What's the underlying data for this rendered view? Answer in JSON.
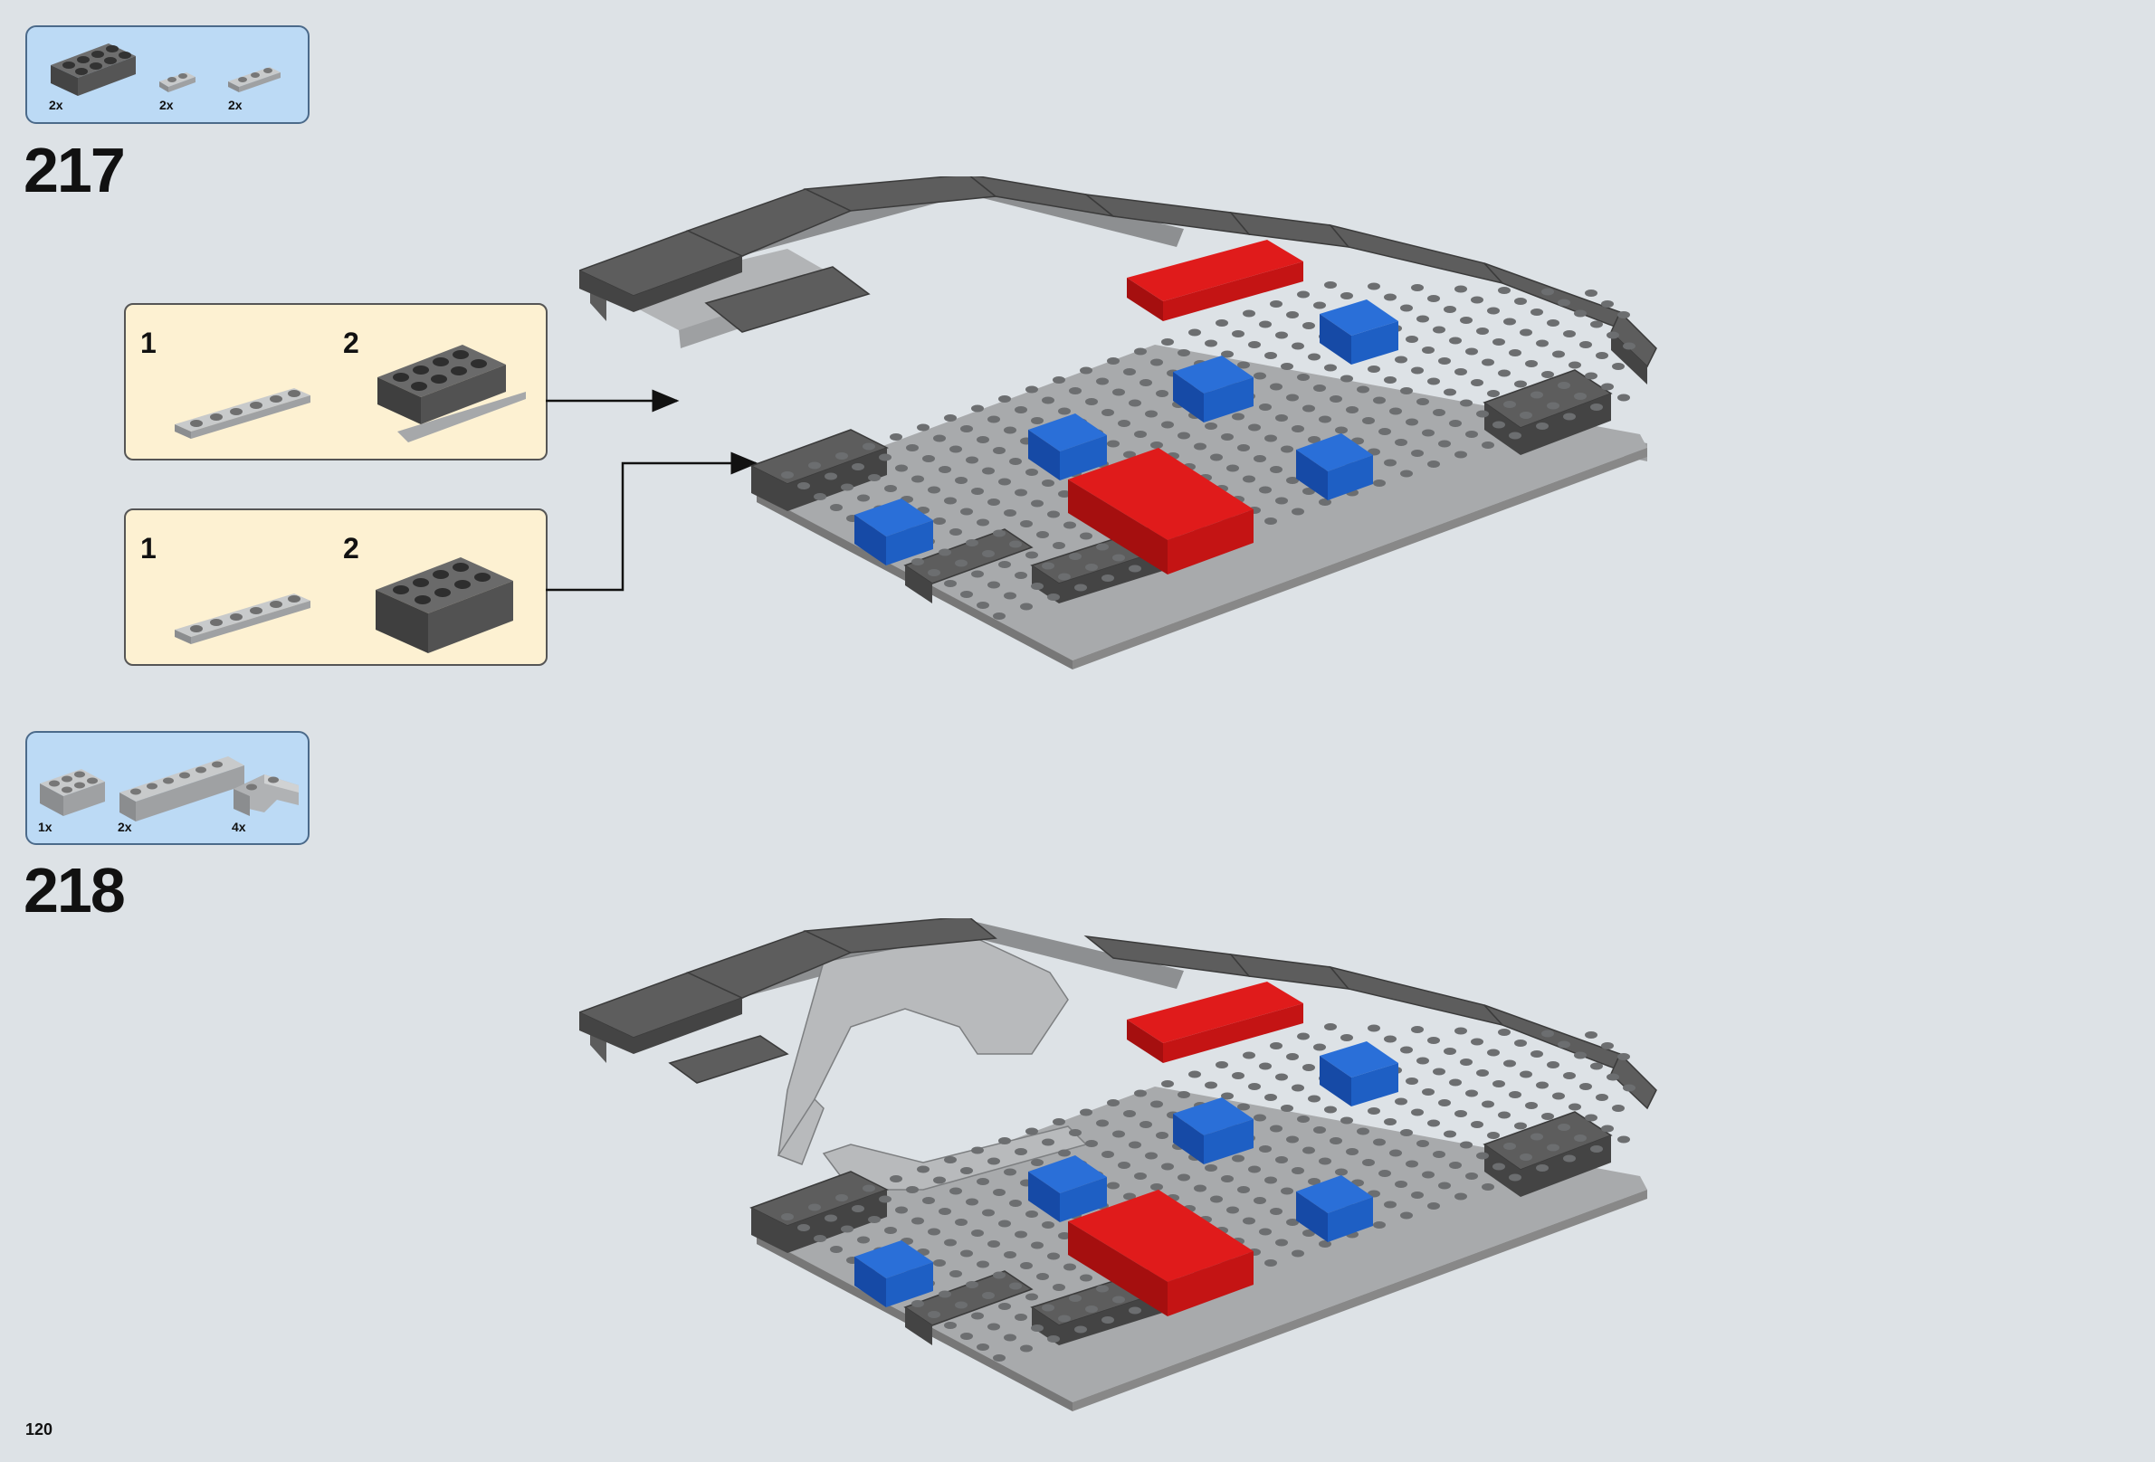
{
  "steps": [
    {
      "number": "217",
      "parts": [
        {
          "qty": "2x",
          "part": "dark-gray-brick-2x4"
        },
        {
          "qty": "2x",
          "part": "light-gray-plate-1x2"
        },
        {
          "qty": "2x",
          "part": "light-gray-plate-1x3"
        }
      ],
      "subassemblies": [
        {
          "sub_steps": [
            "1",
            "2"
          ]
        },
        {
          "sub_steps": [
            "1",
            "2"
          ]
        }
      ]
    },
    {
      "number": "218",
      "parts": [
        {
          "qty": "1x",
          "part": "light-gray-brick-2x3"
        },
        {
          "qty": "2x",
          "part": "light-gray-brick-1x6"
        },
        {
          "qty": "4x",
          "part": "light-gray-wedge-brick"
        }
      ]
    }
  ],
  "page_number": "120",
  "colors": {
    "background": "#dde2e6",
    "parts_box": "#bcdaf5",
    "sub_box": "#fdf1d2",
    "dark_gray": "#5a5a5a",
    "light_gray": "#a6a8aa",
    "red": "#d51a1a",
    "blue": "#1e5fc4"
  }
}
